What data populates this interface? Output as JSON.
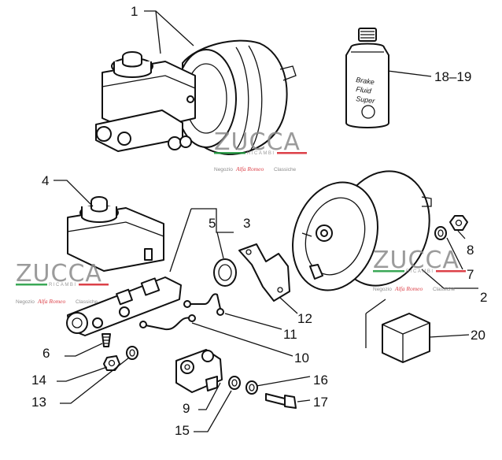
{
  "callouts": [
    {
      "id": "1",
      "text": "1"
    },
    {
      "id": "18-19",
      "text": "18–19"
    },
    {
      "id": "4",
      "text": "4"
    },
    {
      "id": "5",
      "text": "5"
    },
    {
      "id": "3",
      "text": "3"
    },
    {
      "id": "8",
      "text": "8"
    },
    {
      "id": "7",
      "text": "7"
    },
    {
      "id": "2",
      "text": "2"
    },
    {
      "id": "12",
      "text": "12"
    },
    {
      "id": "11",
      "text": "11"
    },
    {
      "id": "10",
      "text": "10"
    },
    {
      "id": "20",
      "text": "20"
    },
    {
      "id": "6",
      "text": "6"
    },
    {
      "id": "14",
      "text": "14"
    },
    {
      "id": "13",
      "text": "13"
    },
    {
      "id": "16",
      "text": "16"
    },
    {
      "id": "9",
      "text": "9"
    },
    {
      "id": "17",
      "text": "17"
    },
    {
      "id": "15",
      "text": "15"
    }
  ],
  "bottle_label": [
    "Brake",
    "Fluid",
    "Super"
  ],
  "watermark": {
    "brand": "ZUCCA",
    "sub": "RICAMBI",
    "tag_prefix": "Negozio",
    "tag_script": "Alfa Romeo",
    "tag_suffix": "Classiche"
  },
  "colors": {
    "green": "#1a9a3a",
    "red": "#d6202a",
    "ink": "#111111",
    "watermark_gray": "#9a9a9a"
  }
}
